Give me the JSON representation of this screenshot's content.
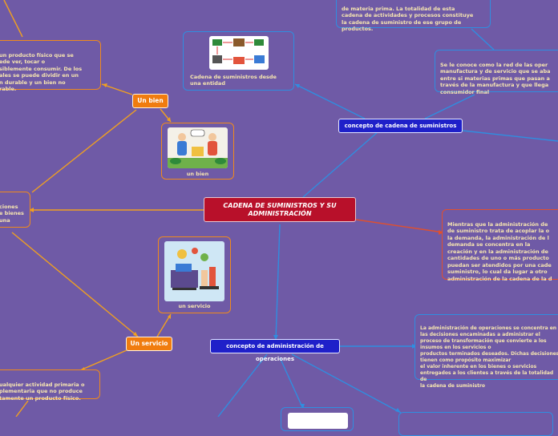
{
  "center": {
    "label": "CADENA DE SUMINISTROS Y SU ADMINISTRACIÓN"
  },
  "left": {
    "un_bien": "Un bien",
    "un_servicio": "Un servicio",
    "bien_text": "un producto físico que se\nede ver, tocar o\nsiblemente consumir. De los\nales se puede dividir en un\nn durable y un bien no\nrable.",
    "servicio_text": "ualquier actividad primaria o\nplementaria que no produce\ntamente un producto físico.",
    "left_fragment": "ciones\ne bienes\nuna",
    "bien_image_caption": "un bien",
    "servicio_image_caption": "un servicio",
    "entidad_caption": "Cadena de suministros desde\nuna entidad"
  },
  "right": {
    "concepto_cadena": "concepto de cadena de suministros",
    "concepto_admin": "concepto de administración de operaciones",
    "top_text": "de materia prima. La totalidad de esta\ncadena de actividades y procesos constituye\nla cadena de suministro de ese grupo de\nproductos.",
    "red_text": "Se le conoce como la red de las oper\nmanufactura y de servicio que se aba\nentre si materias primas que pasan a\ntravés de la manufactura y que llega\nconsumidor final",
    "demand_text": "Mientras que la administración de\nde suministro trata de acoplar la o\nla demanda, la administración de l\ndemanda se concentra en la\ncreación y en la administración de\ncantidades de uno o más producto\npuedan ser atendidos por una cade\nsuministro, lo cual da lugar a otro\nadministración de la cadena de la d",
    "admin_text": "La administración de operaciones se concentra en\nlas decisiones encaminadas a administrar el\nproceso de transformación que convierte a los\ninsumos en los servicios o\nproductos terminados deseados. Dichas decisiones\ntienen como propósito maximizar\nel valor inherente en los bienes o servicios\nentregados a los clientes a través de la totalidad de\nla cadena de suministro"
  },
  "colors": {
    "background": "#6f5aa6",
    "center": "#b8102a",
    "orange": "#f07c0f",
    "blue": "#1f20c9",
    "link_blue": "#2f8ee0",
    "link_red": "#e0502e"
  }
}
